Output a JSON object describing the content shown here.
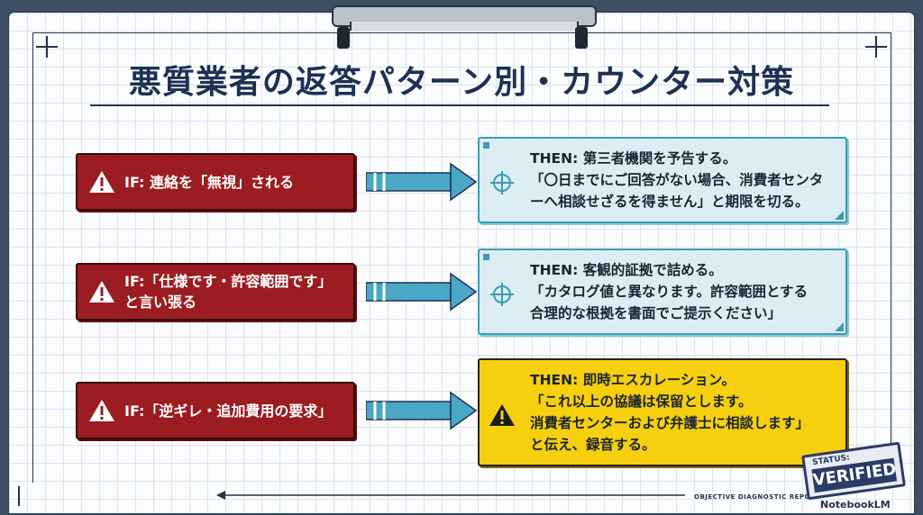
{
  "title": "悪質業者の返答パターン別・カウンター対策",
  "colors": {
    "if_fill": "#9b1c21",
    "arrow_fill": "#4aa8c6",
    "then_fill": "#dcedf3",
    "then_border": "#3b9bb8",
    "alert_fill": "#f6cf0f",
    "title_color": "#1d3152"
  },
  "rows": [
    {
      "condition": "IF: 連絡を「無視」される",
      "response_lines": [
        "THEN: 第三者機関を予告する。",
        "「〇日までにご回答がない場合、消費者センタ",
        "ーへ相談せざるを得ません」と期限を切る。"
      ],
      "icon": "target-icon"
    },
    {
      "condition_lines": [
        "IF:「仕様です・許容範囲です」",
        "と言い張る"
      ],
      "response_lines": [
        "THEN: 客観的証拠で詰める。",
        "「カタログ値と異なります。許容範囲とする",
        "合理的な根拠を書面でご提示ください」"
      ],
      "icon": "target-icon"
    },
    {
      "condition": "IF:「逆ギレ・追加費用の要求」",
      "response_lines": [
        "THEN: 即時エスカレーション。",
        "「これ以上の協議は保留とします。",
        "消費者センターおよび弁護士に相談します」",
        "と伝え、録音する。"
      ],
      "icon": "warning-icon"
    }
  ],
  "stamp": {
    "label": "STATUS:",
    "value": "VERIFIED"
  },
  "footer": {
    "report": "OBJECTIVE DIAGNOSTIC REPORT",
    "brand": "NotebookLM"
  }
}
